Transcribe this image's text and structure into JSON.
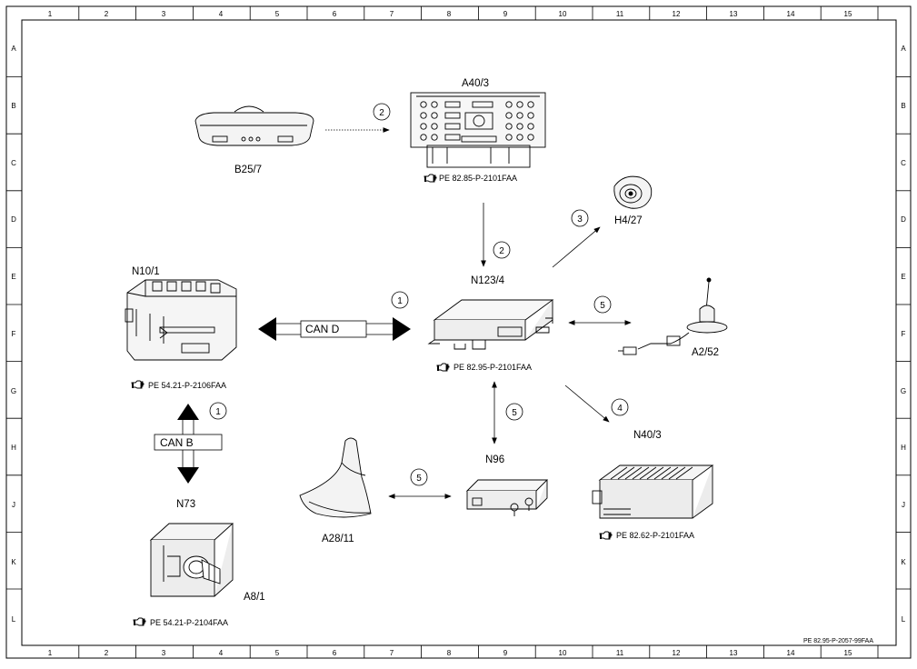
{
  "grid": {
    "columns": [
      "1",
      "2",
      "3",
      "4",
      "5",
      "6",
      "7",
      "8",
      "9",
      "10",
      "11",
      "12",
      "13",
      "14",
      "15"
    ],
    "rows": [
      "A",
      "B",
      "C",
      "D",
      "E",
      "F",
      "G",
      "H",
      "J",
      "K",
      "L"
    ]
  },
  "components": {
    "a40_3": "A40/3",
    "b25_7": "B25/7",
    "h4_27": "H4/27",
    "n10_1": "N10/1",
    "n123_4": "N123/4",
    "a2_52": "A2/52",
    "n96": "N96",
    "n40_3": "N40/3",
    "a28_11": "A28/11",
    "n73": "N73",
    "a8_1": "A8/1"
  },
  "references": {
    "a40_3": "PE 82.85-P-2101FAA",
    "n123_4": "PE 82.95-P-2101FAA",
    "n10_1": "PE 54.21-P-2106FAA",
    "n40_3": "PE 82.62-P-2101FAA",
    "n73": "PE 54.21-P-2104FAA"
  },
  "buses": {
    "can_d": "CAN D",
    "can_b": "CAN B"
  },
  "connection_numbers": {
    "b25_to_a40": "2",
    "a40_to_n123": "2",
    "n123_to_h4": "3",
    "can_d": "1",
    "n123_to_a2": "5",
    "n123_to_n96": "5",
    "n123_to_n40": "4",
    "a28_to_n96": "5",
    "can_b": "1"
  },
  "footer": "PE 82.95-P-2057-99FAA",
  "icons": {
    "reference": "pointing-hand-icon"
  }
}
